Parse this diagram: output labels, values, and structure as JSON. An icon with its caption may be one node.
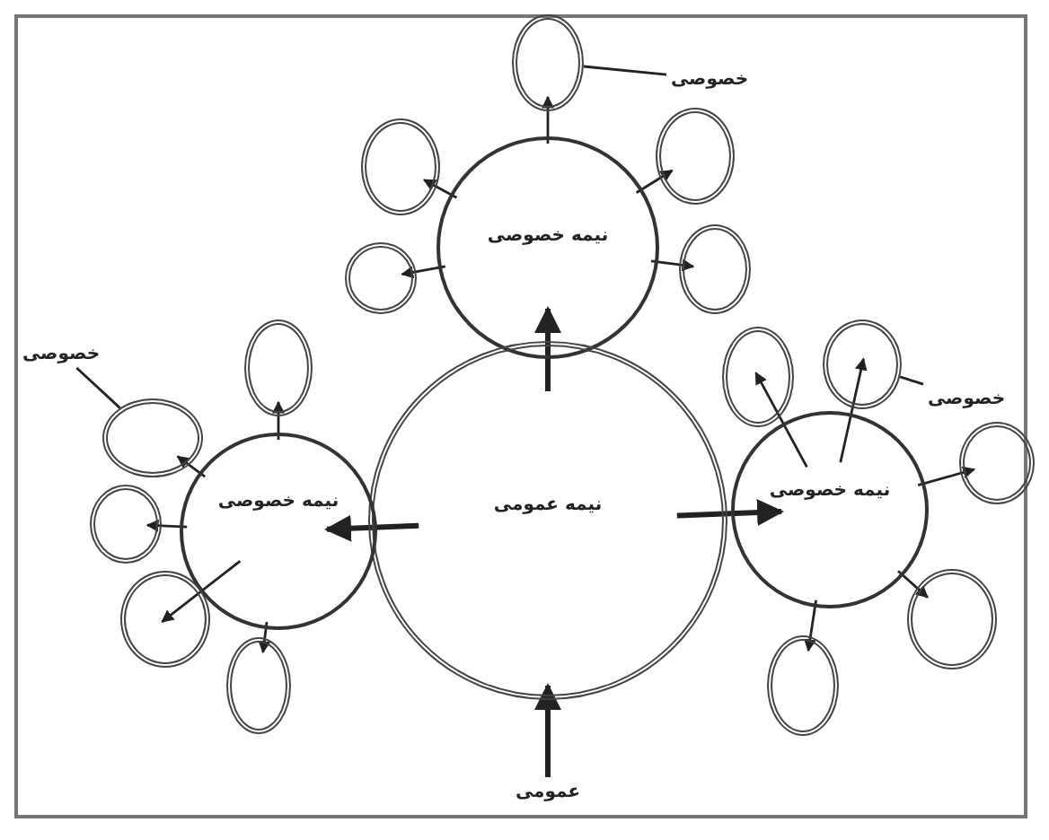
{
  "diagram": {
    "nodes": [
      {
        "text": [],
        "shape": "circle"
      },
      {
        "text": [
          "خصوصی"
        ]
      },
      {
        "text": [],
        "shape": "circle"
      },
      {
        "text": [],
        "shape": "circle"
      },
      {
        "text": [
          "نیمه خصوصی"
        ]
      },
      {
        "text": [],
        "shape": "circle"
      },
      {
        "text": [],
        "shape": "circle"
      },
      {
        "text": [
          "خصوصی"
        ]
      },
      {
        "text": [],
        "shape": "circle"
      },
      {
        "text": [],
        "shape": "circle"
      },
      {
        "text": [],
        "shape": "circle"
      },
      {
        "text": [
          "خصوصی"
        ]
      },
      {
        "text": [],
        "shape": "circle"
      },
      {
        "text": [],
        "shape": "circle"
      },
      {
        "text": [
          "نیمه عمومی"
        ]
      },
      {
        "text": [
          "نیمه خصوصی"
        ]
      },
      {
        "text": [
          "نیمه خصوصی"
        ]
      },
      {
        "text": [],
        "shape": "circle"
      },
      {
        "text": [],
        "shape": "circle"
      },
      {
        "text": [],
        "shape": "circle"
      },
      {
        "text": [],
        "shape": "circle"
      },
      {
        "text": [],
        "shape": "circle"
      },
      {
        "text": [
          "عمومی"
        ]
      }
    ],
    "edges": [
      {
        "from": 22,
        "to": 14,
        "arrow": "to",
        "style": "thick"
      },
      {
        "from": 14,
        "to": 4,
        "arrow": "to",
        "style": "thick"
      },
      {
        "from": 14,
        "to": 15,
        "arrow": "to",
        "style": "thick"
      },
      {
        "from": 14,
        "to": 16,
        "arrow": "to",
        "style": "thick"
      },
      {
        "from": 4,
        "to": 0,
        "arrow": "to"
      },
      {
        "from": 4,
        "to": 2,
        "arrow": "to"
      },
      {
        "from": 4,
        "to": 3,
        "arrow": "to"
      },
      {
        "from": 4,
        "to": 5,
        "arrow": "to"
      },
      {
        "from": 4,
        "to": 6,
        "arrow": "to"
      },
      {
        "from": 15,
        "to": 8,
        "arrow": "to"
      },
      {
        "from": 15,
        "to": 12,
        "arrow": "to"
      },
      {
        "from": 15,
        "to": 17,
        "arrow": "to"
      },
      {
        "from": 15,
        "to": 18,
        "arrow": "to"
      },
      {
        "from": 15,
        "to": 20,
        "arrow": "to"
      },
      {
        "from": 16,
        "to": 9,
        "arrow": "to"
      },
      {
        "from": 16,
        "to": 10,
        "arrow": "to"
      },
      {
        "from": 16,
        "to": 13,
        "arrow": "to"
      },
      {
        "from": 16,
        "to": 19,
        "arrow": "to"
      },
      {
        "from": 16,
        "to": 21,
        "arrow": "to"
      },
      {
        "from": 1,
        "to": 0,
        "arrow": "none"
      },
      {
        "from": 7,
        "to": 12,
        "arrow": "none"
      },
      {
        "from": 11,
        "to": 10,
        "arrow": "none"
      }
    ]
  }
}
